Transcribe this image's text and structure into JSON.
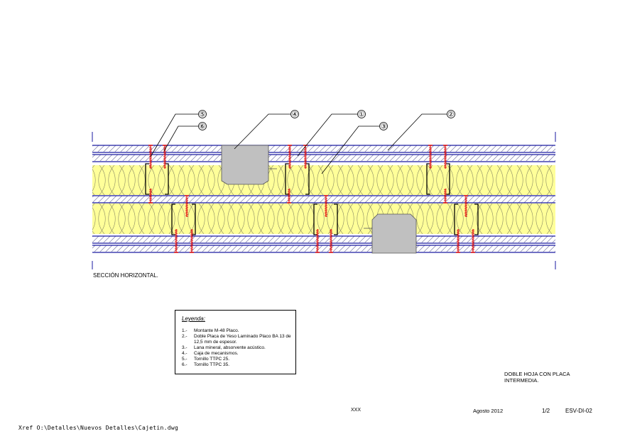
{
  "drawing": {
    "section_title": "SECCIÓN HORIZONTAL.",
    "callouts": [
      "⑤",
      "⑥",
      "④",
      "①",
      "③",
      "②"
    ],
    "colors": {
      "insulation_fill": "#ffff99",
      "insulation_stroke": "#8a8a66",
      "board_line": "#1a1aa0",
      "hatch": "#7a7aa8",
      "screw": "#e01010",
      "box_fill": "#c0c0c0",
      "stud": "#000000"
    }
  },
  "legend": {
    "title": "Leyenda:",
    "items": [
      {
        "num": "1.-",
        "text": "Montante M-48 Placo."
      },
      {
        "num": "2.-",
        "text": "Doble Placa de Yeso Laminado Placo BA 13 de 12,5 mm de espesor."
      },
      {
        "num": "3.-",
        "text": "Lana mineral, absorvente acústico."
      },
      {
        "num": "4.-",
        "text": "Caja de mecanismos."
      },
      {
        "num": "5.-",
        "text": "Tornillo TTPC 25."
      },
      {
        "num": "6.-",
        "text": "Tornillo TTPC 35."
      }
    ]
  },
  "description": {
    "line1": "DOBLE HOJA CON PLACA",
    "line2": "INTERMEDIA."
  },
  "title_block": {
    "project": "XXX",
    "date": "Agosto 2012",
    "sheet": "1/2",
    "code": "ESV-DI-02"
  },
  "xref": "Xref O:\\Detalles\\Nuevos Detalles\\Cajetin.dwg"
}
